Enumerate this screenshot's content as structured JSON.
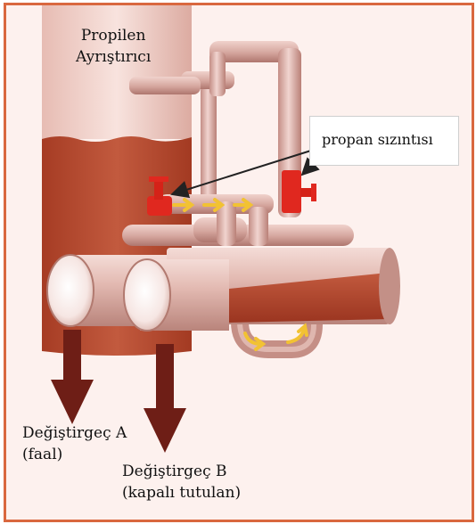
{
  "labels": {
    "title_line1": "Propilen",
    "title_line2": "Ayrıştırıcı",
    "leak": "propan sızıntısı",
    "exchanger_a_line1": "Değiştirgeç A",
    "exchanger_a_line2": "(faal)",
    "exchanger_b_line1": "Değiştirgeç B",
    "exchanger_b_line2": "(kapalı tutulan)"
  },
  "colors": {
    "frame_border": "#d9683f",
    "background": "#fdf1ee",
    "column_shell": "#ecc7bf",
    "liquid": "#b8492e",
    "pipe": "#d9aaa2",
    "leak_highlight": "#e0281f",
    "flow_arrow": "#f2c233",
    "outlet_arrow": "#6e1e16"
  }
}
